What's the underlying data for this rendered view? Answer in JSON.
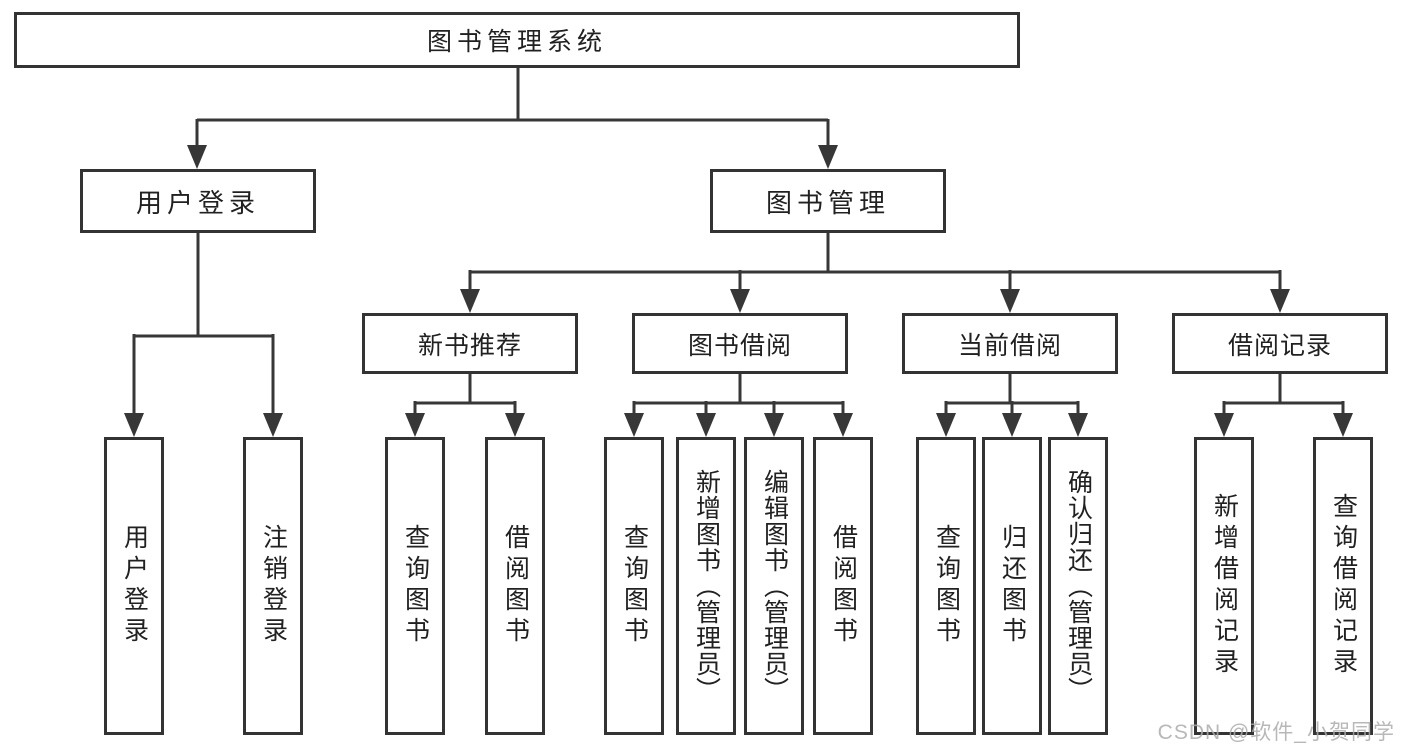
{
  "diagram": {
    "title": "图书管理系统",
    "type": "hierarchy-tree",
    "tree": {
      "root": {
        "label": "图书管理系统",
        "children": [
          {
            "label": "用户登录",
            "children": [
              {
                "label": "用户登录"
              },
              {
                "label": "注销登录"
              }
            ]
          },
          {
            "label": "图书管理",
            "children": [
              {
                "label": "新书推荐",
                "children": [
                  {
                    "label": "查询图书"
                  },
                  {
                    "label": "借阅图书"
                  }
                ]
              },
              {
                "label": "图书借阅",
                "children": [
                  {
                    "label": "查询图书"
                  },
                  {
                    "label": "新增图书（管理员）"
                  },
                  {
                    "label": "编辑图书（管理员）"
                  },
                  {
                    "label": "借阅图书"
                  }
                ]
              },
              {
                "label": "当前借阅",
                "children": [
                  {
                    "label": "查询图书"
                  },
                  {
                    "label": "归还图书"
                  },
                  {
                    "label": "确认归还（管理员）"
                  }
                ]
              },
              {
                "label": "借阅记录",
                "children": [
                  {
                    "label": "新增借阅记录"
                  },
                  {
                    "label": "查询借阅记录"
                  }
                ]
              }
            ]
          }
        ]
      }
    }
  },
  "watermark": {
    "text": "CSDN @软件_小贺同学"
  },
  "colors": {
    "background": "#ffffff",
    "box_border": "#333333",
    "connector_line": "#373737",
    "text": "#212121",
    "watermark": "#acacac"
  }
}
